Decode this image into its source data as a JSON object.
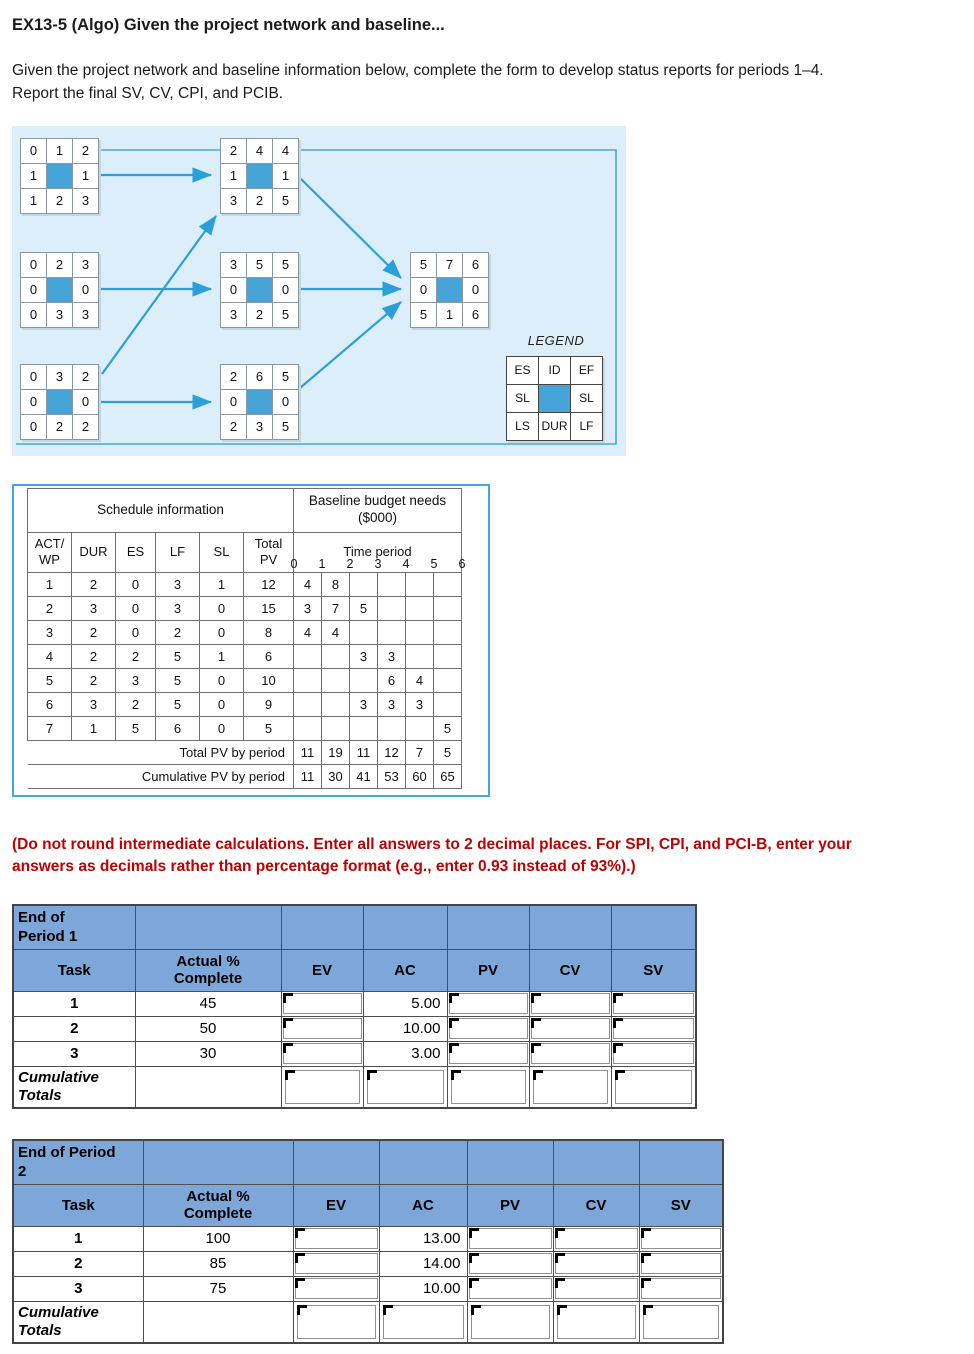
{
  "colors": {
    "diagram_bg": "#dceef9",
    "node_blue": "#46a4d9",
    "arrow_blue": "#2b9fd9",
    "outline_blue": "#46a7da",
    "table_header_blue": "#7da7d9",
    "note_red": "#c00000"
  },
  "header": {
    "title": "EX13-5 (Algo) Given the project network and baseline...",
    "intro_lines": [
      "Given the project network and baseline information below, complete the form to develop status reports for periods 1–4.",
      "Report the final SV, CV, CPI, and PCIB."
    ]
  },
  "network": {
    "legend_title": "LEGEND",
    "legend_rows": [
      [
        "ES",
        "ID",
        "EF"
      ],
      [
        "SL",
        "",
        "SL"
      ],
      [
        "LS",
        "DUR",
        "LF"
      ]
    ],
    "nodes": [
      {
        "id": "1",
        "col": 0,
        "row": 0,
        "cells": [
          [
            "0",
            "1",
            "2"
          ],
          [
            "1",
            "",
            "1"
          ],
          [
            "1",
            "2",
            "3"
          ]
        ]
      },
      {
        "id": "4",
        "col": 1,
        "row": 0,
        "cells": [
          [
            "2",
            "4",
            "4"
          ],
          [
            "1",
            "",
            "1"
          ],
          [
            "3",
            "2",
            "5"
          ]
        ]
      },
      {
        "id": "2",
        "col": 0,
        "row": 1,
        "cells": [
          [
            "0",
            "2",
            "3"
          ],
          [
            "0",
            "",
            "0"
          ],
          [
            "0",
            "3",
            "3"
          ]
        ]
      },
      {
        "id": "5",
        "col": 1,
        "row": 1,
        "cells": [
          [
            "3",
            "5",
            "5"
          ],
          [
            "0",
            "",
            "0"
          ],
          [
            "3",
            "2",
            "5"
          ]
        ]
      },
      {
        "id": "7",
        "col": 2,
        "row": 1,
        "cells": [
          [
            "5",
            "7",
            "6"
          ],
          [
            "0",
            "",
            "0"
          ],
          [
            "5",
            "1",
            "6"
          ]
        ]
      },
      {
        "id": "3",
        "col": 0,
        "row": 2,
        "cells": [
          [
            "0",
            "3",
            "2"
          ],
          [
            "0",
            "",
            "0"
          ],
          [
            "0",
            "2",
            "2"
          ]
        ]
      },
      {
        "id": "6",
        "col": 1,
        "row": 2,
        "cells": [
          [
            "2",
            "6",
            "5"
          ],
          [
            "0",
            "",
            "0"
          ],
          [
            "2",
            "3",
            "5"
          ]
        ]
      }
    ]
  },
  "schedule_table": {
    "left_header": "Schedule information",
    "right_header_lines": [
      "Baseline budget needs",
      "($000)"
    ],
    "col_headers": [
      [
        "ACT/",
        "WP"
      ],
      [
        "DUR"
      ],
      [
        "ES"
      ],
      [
        "LF"
      ],
      [
        "SL"
      ],
      [
        "Total",
        "PV"
      ]
    ],
    "time_period_label": "Time period",
    "period_ticks": [
      "0",
      "1",
      "2",
      "3",
      "4",
      "5",
      "6"
    ],
    "rows": [
      {
        "act": "1",
        "dur": "2",
        "es": "0",
        "lf": "3",
        "sl": "1",
        "pv": "12",
        "periods": [
          "4",
          "8",
          "",
          "",
          "",
          ""
        ]
      },
      {
        "act": "2",
        "dur": "3",
        "es": "0",
        "lf": "3",
        "sl": "0",
        "pv": "15",
        "periods": [
          "3",
          "7",
          "5",
          "",
          "",
          ""
        ]
      },
      {
        "act": "3",
        "dur": "2",
        "es": "0",
        "lf": "2",
        "sl": "0",
        "pv": "8",
        "periods": [
          "4",
          "4",
          "",
          "",
          "",
          ""
        ]
      },
      {
        "act": "4",
        "dur": "2",
        "es": "2",
        "lf": "5",
        "sl": "1",
        "pv": "6",
        "periods": [
          "",
          "",
          "3",
          "3",
          "",
          ""
        ]
      },
      {
        "act": "5",
        "dur": "2",
        "es": "3",
        "lf": "5",
        "sl": "0",
        "pv": "10",
        "periods": [
          "",
          "",
          "",
          "6",
          "4",
          ""
        ]
      },
      {
        "act": "6",
        "dur": "3",
        "es": "2",
        "lf": "5",
        "sl": "0",
        "pv": "9",
        "periods": [
          "",
          "",
          "3",
          "3",
          "3",
          ""
        ]
      },
      {
        "act": "7",
        "dur": "1",
        "es": "5",
        "lf": "6",
        "sl": "0",
        "pv": "5",
        "periods": [
          "",
          "",
          "",
          "",
          "",
          "5"
        ]
      }
    ],
    "total_label": "Total PV by period",
    "total_by_period": [
      "11",
      "19",
      "11",
      "12",
      "7",
      "5"
    ],
    "cumulative_label": "Cumulative PV by period",
    "cumulative_by_period": [
      "11",
      "30",
      "41",
      "53",
      "60",
      "65"
    ]
  },
  "note_lines": [
    "(Do not round intermediate calculations. Enter all answers to 2 decimal places. For SPI, CPI, and PCI-B, enter your",
    "answers as decimals rather than percentage format (e.g., enter 0.93 instead of 93%).)"
  ],
  "period_tables": [
    {
      "title_lines": [
        "End of",
        "Period 1"
      ],
      "col_headers": [
        [
          "Task"
        ],
        [
          "Actual %",
          "Complete"
        ],
        [
          "EV"
        ],
        [
          "AC"
        ],
        [
          "PV"
        ],
        [
          "CV"
        ],
        [
          "SV"
        ]
      ],
      "rows": [
        {
          "task": "1",
          "actual_pct": "45",
          "ev": "",
          "ac": "5.00",
          "pv": "",
          "cv": "",
          "sv": ""
        },
        {
          "task": "2",
          "actual_pct": "50",
          "ev": "",
          "ac": "10.00",
          "pv": "",
          "cv": "",
          "sv": ""
        },
        {
          "task": "3",
          "actual_pct": "30",
          "ev": "",
          "ac": "3.00",
          "pv": "",
          "cv": "",
          "sv": ""
        }
      ],
      "footer_label": "Cumulative Totals"
    },
    {
      "title_lines": [
        "End of Period",
        "2"
      ],
      "col_headers": [
        [
          "Task"
        ],
        [
          "Actual %",
          "Complete"
        ],
        [
          "EV"
        ],
        [
          "AC"
        ],
        [
          "PV"
        ],
        [
          "CV"
        ],
        [
          "SV"
        ]
      ],
      "rows": [
        {
          "task": "1",
          "actual_pct": "100",
          "ev": "",
          "ac": "13.00",
          "pv": "",
          "cv": "",
          "sv": ""
        },
        {
          "task": "2",
          "actual_pct": "85",
          "ev": "",
          "ac": "14.00",
          "pv": "",
          "cv": "",
          "sv": ""
        },
        {
          "task": "3",
          "actual_pct": "75",
          "ev": "",
          "ac": "10.00",
          "pv": "",
          "cv": "",
          "sv": ""
        }
      ],
      "footer_label": "Cumulative Totals"
    }
  ]
}
